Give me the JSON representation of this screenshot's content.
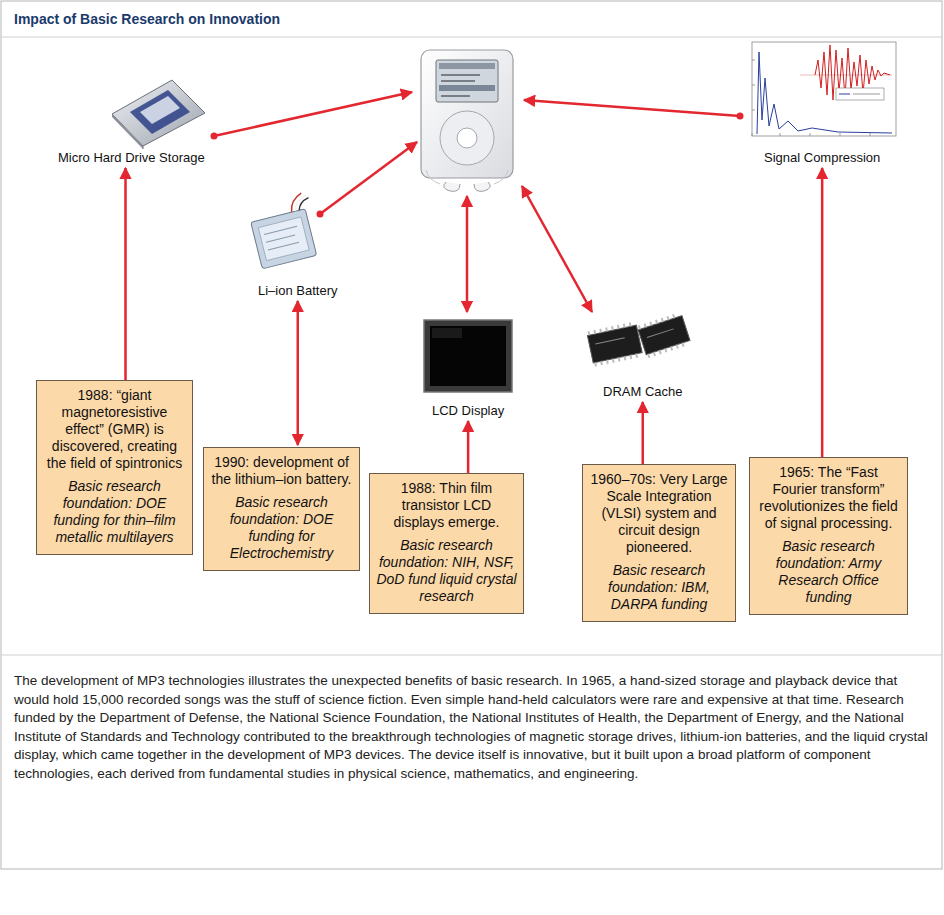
{
  "diagram": {
    "title": "Impact of Basic Research on Innovation",
    "caption": "The development of MP3 technologies illustrates the unexpected benefits of basic research. In 1965, a hand-sized storage and playback device that would hold 15,000 recorded songs was the stuff of science fiction. Even simple hand-held calculators were rare and expensive at that time. Research funded by the Department of Defense, the National Science Foundation, the National Institutes of Health, the Department of Energy, and the National Institute of Standards and Technology contributed to the breakthrough technologies of magnetic storage drives, lithium-ion batteries, and the liquid crystal display, which came together in the development of MP3 devices. The device itself is innovative, but it built upon a broad platform of component technologies, each derived from fundamental studies in physical science, mathematics, and engineering.",
    "nodes": [
      {
        "text": [
          "Micro Hard Drive Storage"
        ]
      },
      {
        "text": [
          "Li–ion Battery"
        ]
      },
      {
        "text": [
          "LCD Display"
        ]
      },
      {
        "text": [
          "DRAM Cache"
        ]
      },
      {
        "text": [
          "Signal Compression"
        ]
      },
      {
        "text": [
          "1988: “giant magnetoresistive effect” (GMR) is discovered, creating the field of spintronics",
          "Basic research foundation: DOE funding for thin–film metallic multilayers"
        ]
      },
      {
        "text": [
          "1990: development of the lithium–ion battery.",
          "Basic research foundation: DOE funding for Electrochemistry"
        ]
      },
      {
        "text": [
          "1988: Thin film transistor LCD displays emerge.",
          "Basic research foundation: NIH, NSF, DoD fund liquid crystal research"
        ]
      },
      {
        "text": [
          "1960–70s: Very Large Scale Integration (VLSI) system and circuit design pioneered.",
          "Basic research foundation: IBM, DARPA funding"
        ]
      },
      {
        "text": [
          "1965: The “Fast Fourier transform” revolutionizes the field of signal processing.",
          "Basic research foundation: Army Research Office funding"
        ]
      }
    ],
    "edges": [
      {
        "from": 5,
        "to": 0,
        "arrow": "to"
      },
      {
        "from": 6,
        "to": 1,
        "arrow": "both"
      },
      {
        "from": 7,
        "to": 2,
        "arrow": "to"
      },
      {
        "from": 8,
        "to": 3,
        "arrow": "to"
      },
      {
        "from": 9,
        "to": 4,
        "arrow": "to"
      }
    ]
  }
}
